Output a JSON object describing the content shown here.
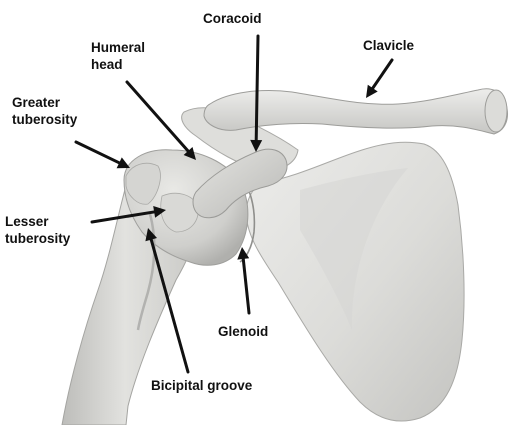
{
  "labels": {
    "coracoid": "Coracoid",
    "humeral_head_line1": "Humeral",
    "humeral_head_line2": "head",
    "clavicle": "Clavicle",
    "greater_tuberosity_line1": "Greater",
    "greater_tuberosity_line2": "tuberosity",
    "lesser_tuberosity_line1": "Lesser",
    "lesser_tuberosity_line2": "tuberosity",
    "glenoid": "Glenoid",
    "bicipital_groove": "Bicipital groove"
  },
  "colors": {
    "bone_light": "#e6e6e3",
    "bone_mid": "#d2d2cf",
    "bone_shadow": "#b4b4b1",
    "bone_dark": "#9a9a97",
    "label_text": "#111111",
    "arrow": "#111111",
    "background": "#ffffff"
  }
}
